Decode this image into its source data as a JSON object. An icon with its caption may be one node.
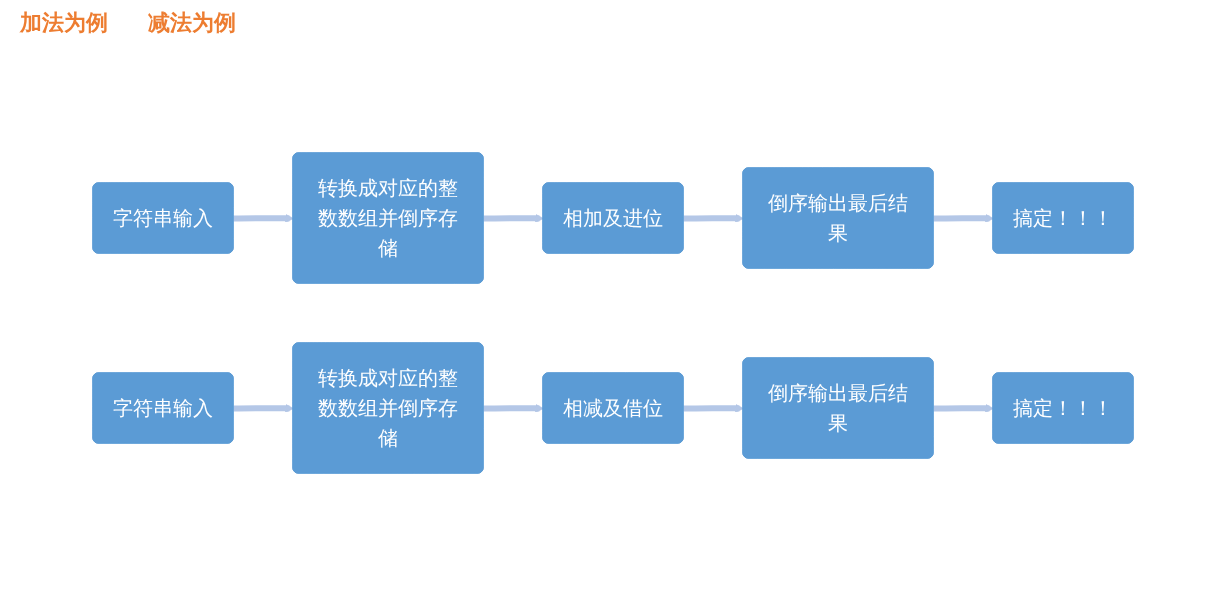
{
  "diagram": {
    "nodes": [
      {
        "text": [
          "字符串输入"
        ]
      },
      {
        "text": [
          "转换成对应的整数数组并倒序存储"
        ]
      },
      {
        "text": [
          "相加及进位"
        ]
      },
      {
        "text": [
          "倒序输出最后结果"
        ]
      },
      {
        "text": [
          "搞定！！！"
        ]
      },
      {
        "text": [
          "字符串输入"
        ]
      },
      {
        "text": [
          "转换成对应的整数数组并倒序存储"
        ]
      },
      {
        "text": [
          "相减及借位"
        ]
      },
      {
        "text": [
          "倒序输出最后结果"
        ]
      },
      {
        "text": [
          "搞定！！！"
        ]
      }
    ],
    "edges": [
      {
        "from": 0,
        "to": 1,
        "arrow": "to"
      },
      {
        "from": 1,
        "to": 2,
        "arrow": "to"
      },
      {
        "from": 2,
        "to": 3,
        "arrow": "to"
      },
      {
        "from": 3,
        "to": 4,
        "arrow": "to"
      },
      {
        "from": 5,
        "to": 6,
        "arrow": "to"
      },
      {
        "from": 6,
        "to": 7,
        "arrow": "to"
      },
      {
        "from": 7,
        "to": 8,
        "arrow": "to"
      },
      {
        "from": 8,
        "to": 9,
        "arrow": "to"
      }
    ],
    "labels": [
      "加法为例",
      "减法为例"
    ]
  }
}
